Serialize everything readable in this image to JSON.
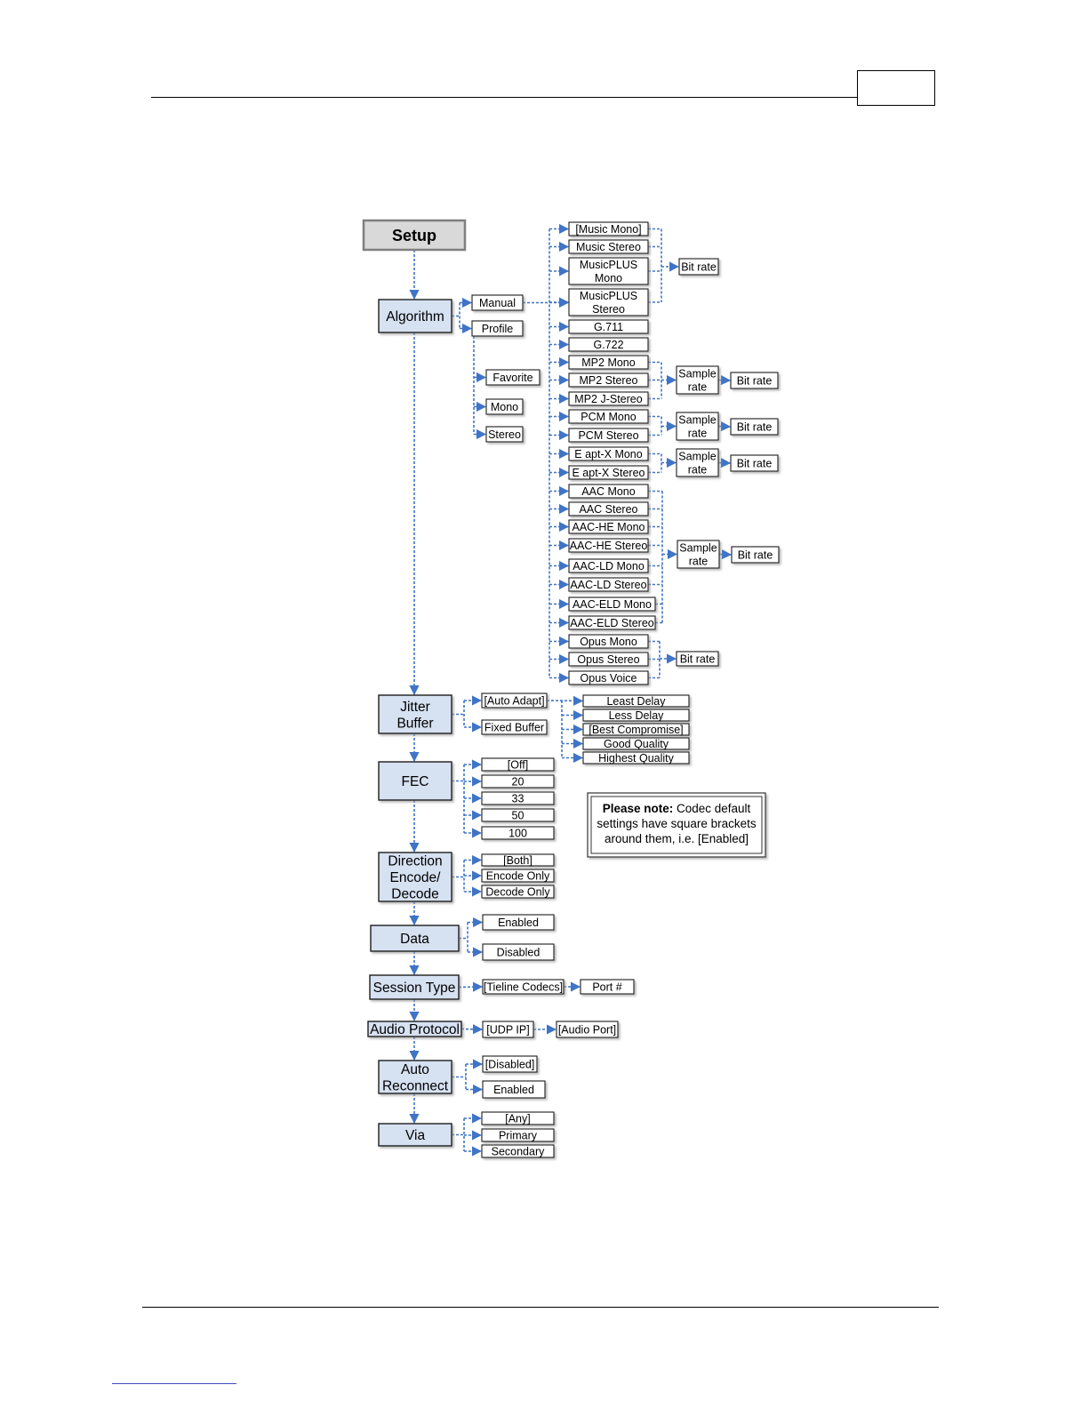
{
  "colors": {
    "main_fill": "#d6e1f1",
    "main_stroke": "#1a1a1a",
    "connector": "#3f74c6",
    "setup_fill": "#d9d9d9"
  },
  "diagram": {
    "nodes": [
      {
        "id": "setup",
        "label": "Setup"
      },
      {
        "id": "algorithm",
        "label": "Algorithm"
      },
      {
        "id": "manual",
        "label": "Manual"
      },
      {
        "id": "profile",
        "label": "Profile"
      },
      {
        "id": "favorite",
        "label": "Favorite"
      },
      {
        "id": "profile-mono",
        "label": "Mono"
      },
      {
        "id": "profile-stereo",
        "label": "Stereo"
      },
      {
        "id": "music-mono",
        "label": "[Music Mono]"
      },
      {
        "id": "music-stereo",
        "label": "Music Stereo"
      },
      {
        "id": "musicplus-mono",
        "label": "MusicPLUS\nMono"
      },
      {
        "id": "musicplus-stereo",
        "label": "MusicPLUS\nStereo"
      },
      {
        "id": "g711",
        "label": "G.711"
      },
      {
        "id": "g722",
        "label": "G.722"
      },
      {
        "id": "mp2-mono",
        "label": "MP2 Mono"
      },
      {
        "id": "mp2-stereo",
        "label": "MP2 Stereo"
      },
      {
        "id": "mp2-jstereo",
        "label": "MP2 J-Stereo"
      },
      {
        "id": "pcm-mono",
        "label": "PCM Mono"
      },
      {
        "id": "pcm-stereo",
        "label": "PCM Stereo"
      },
      {
        "id": "eaptx-mono",
        "label": "E apt-X Mono"
      },
      {
        "id": "eaptx-stereo",
        "label": "E apt-X Stereo"
      },
      {
        "id": "aac-mono",
        "label": "AAC Mono"
      },
      {
        "id": "aac-stereo",
        "label": "AAC Stereo"
      },
      {
        "id": "aache-mono",
        "label": "AAC-HE Mono"
      },
      {
        "id": "aache-stereo",
        "label": "AAC-HE Stereo"
      },
      {
        "id": "aacld-mono",
        "label": "AAC-LD Mono"
      },
      {
        "id": "aacld-stereo",
        "label": "AAC-LD Stereo"
      },
      {
        "id": "aaceld-mono",
        "label": "AAC-ELD Mono"
      },
      {
        "id": "aaceld-stereo",
        "label": "AAC-ELD Stereo"
      },
      {
        "id": "opus-mono",
        "label": "Opus Mono"
      },
      {
        "id": "opus-stereo",
        "label": "Opus Stereo"
      },
      {
        "id": "opus-voice",
        "label": "Opus Voice"
      },
      {
        "id": "bitrate-music",
        "label": "Bit rate"
      },
      {
        "id": "samplerate-mp2",
        "label": "Sample\nrate"
      },
      {
        "id": "bitrate-mp2",
        "label": "Bit rate"
      },
      {
        "id": "samplerate-pcm",
        "label": "Sample\nrate"
      },
      {
        "id": "bitrate-pcm",
        "label": "Bit rate"
      },
      {
        "id": "samplerate-eaptx",
        "label": "Sample\nrate"
      },
      {
        "id": "bitrate-eaptx",
        "label": "Bit rate"
      },
      {
        "id": "samplerate-aac",
        "label": "Sample\nrate"
      },
      {
        "id": "bitrate-aac",
        "label": "Bit rate"
      },
      {
        "id": "bitrate-opus",
        "label": "Bit rate"
      },
      {
        "id": "jitter-buffer",
        "label": "Jitter\nBuffer"
      },
      {
        "id": "auto-adapt",
        "label": "[Auto Adapt]"
      },
      {
        "id": "fixed-buffer",
        "label": "Fixed Buffer"
      },
      {
        "id": "least-delay",
        "label": "Least Delay"
      },
      {
        "id": "less-delay",
        "label": "Less Delay"
      },
      {
        "id": "best-compromise",
        "label": "[Best Compromise]"
      },
      {
        "id": "good-quality",
        "label": "Good Quality"
      },
      {
        "id": "highest-quality",
        "label": "Highest Quality"
      },
      {
        "id": "fec",
        "label": "FEC"
      },
      {
        "id": "fec-off",
        "label": "[Off]"
      },
      {
        "id": "fec-20",
        "label": "20"
      },
      {
        "id": "fec-33",
        "label": "33"
      },
      {
        "id": "fec-50",
        "label": "50"
      },
      {
        "id": "fec-100",
        "label": "100"
      },
      {
        "id": "direction",
        "label": "Direction\nEncode/\nDecode"
      },
      {
        "id": "dir-both",
        "label": "[Both]"
      },
      {
        "id": "dir-encode",
        "label": "Encode Only"
      },
      {
        "id": "dir-decode",
        "label": "Decode Only"
      },
      {
        "id": "data",
        "label": "Data"
      },
      {
        "id": "data-enabled",
        "label": "Enabled"
      },
      {
        "id": "data-disabled",
        "label": "Disabled"
      },
      {
        "id": "session-type",
        "label": "Session Type"
      },
      {
        "id": "tieline-codecs",
        "label": "[Tieline Codecs]"
      },
      {
        "id": "port-num",
        "label": "Port #"
      },
      {
        "id": "audio-protocol",
        "label": "Audio Protocol"
      },
      {
        "id": "udp-ip",
        "label": "[UDP IP]"
      },
      {
        "id": "audio-port",
        "label": "[Audio Port]"
      },
      {
        "id": "auto-reconnect",
        "label": "Auto\nReconnect"
      },
      {
        "id": "ar-disabled",
        "label": "[Disabled]"
      },
      {
        "id": "ar-enabled",
        "label": "Enabled"
      },
      {
        "id": "via",
        "label": "Via"
      },
      {
        "id": "via-any",
        "label": "[Any]"
      },
      {
        "id": "via-primary",
        "label": "Primary"
      },
      {
        "id": "via-secondary",
        "label": "Secondary"
      }
    ],
    "note": {
      "bold": "Please note:",
      "lines": [
        " Codec default",
        "settings have square brackets",
        "around them, i.e. [Enabled]"
      ]
    }
  }
}
